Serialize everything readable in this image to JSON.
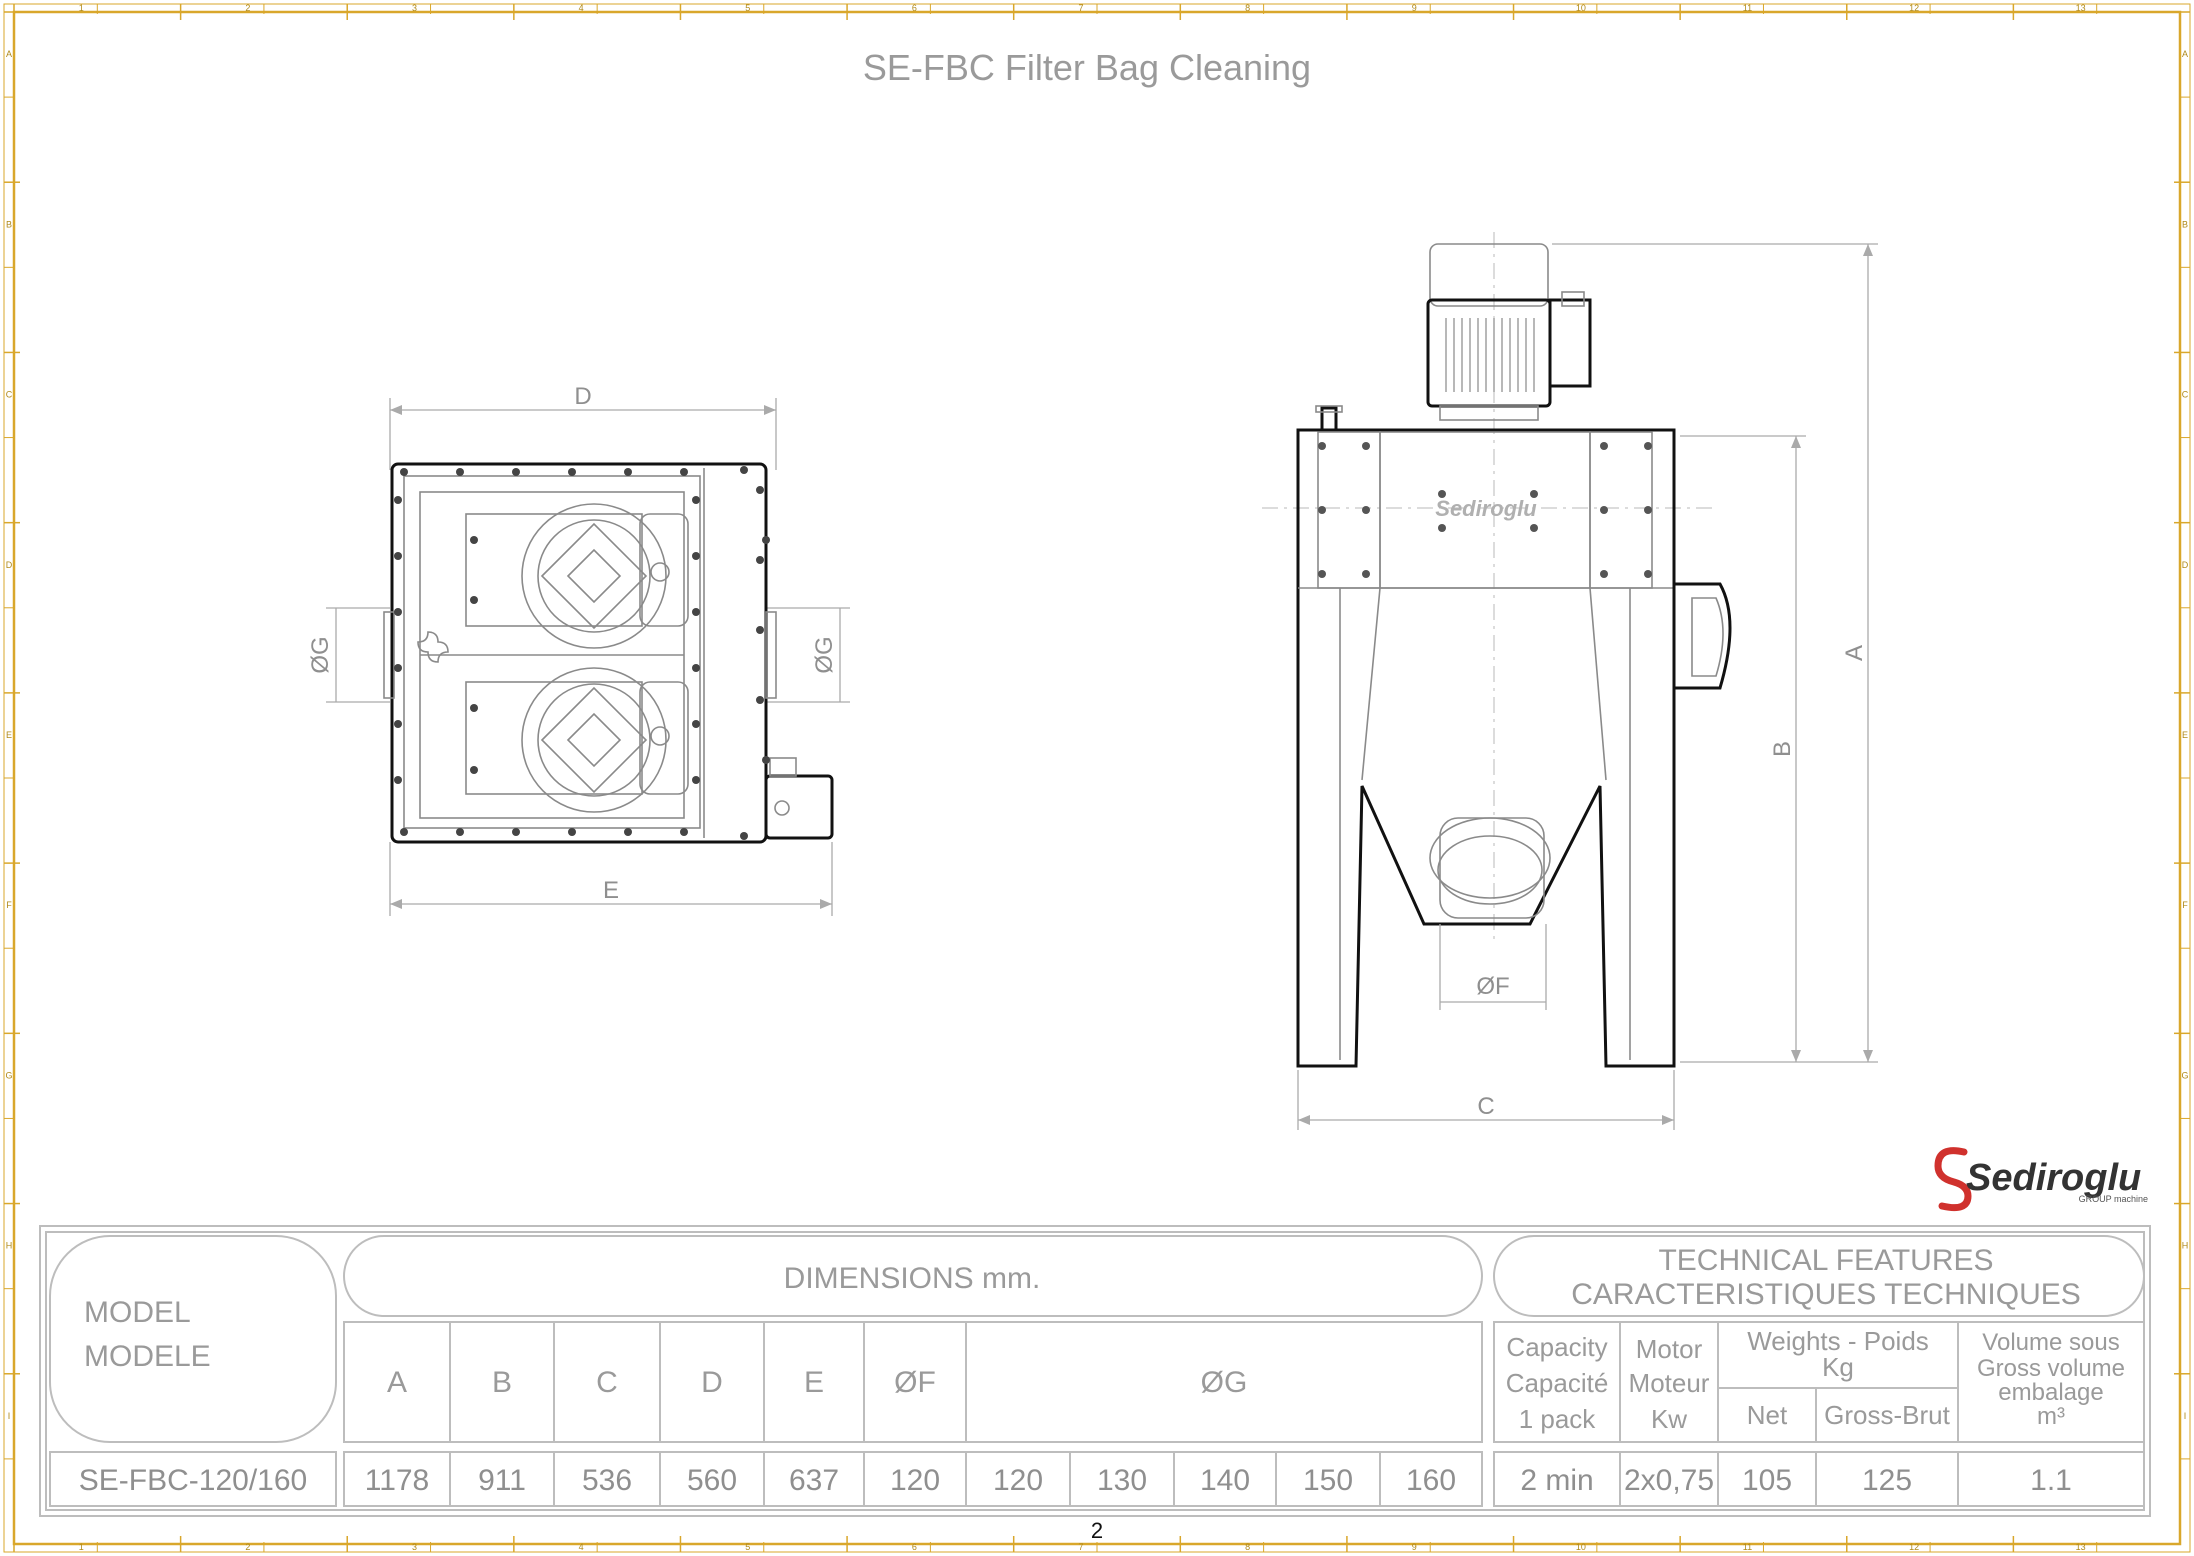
{
  "title": "SE-FBC Filter Bag Cleaning",
  "page_number": "2",
  "colors": {
    "frame_gold": "#d9a72b",
    "brand_red": "#d0312d",
    "line_gray": "#9a9a9a"
  },
  "ruler": {
    "cols": [
      "1",
      "2",
      "3",
      "4",
      "5",
      "6",
      "7",
      "8",
      "9",
      "10",
      "11",
      "12",
      "13"
    ],
    "rows": [
      "A",
      "B",
      "C",
      "D",
      "E",
      "F",
      "G",
      "H",
      "I"
    ]
  },
  "dimension_labels": {
    "A": "A",
    "B": "B",
    "C": "C",
    "D": "D",
    "E": "E",
    "F": "ØF",
    "G": "ØG"
  },
  "brand": {
    "name": "Sediroglu",
    "sub": "GROUP machine",
    "nameplate": "Sediroglu"
  },
  "table": {
    "model_header": [
      "MODEL",
      "MODELE"
    ],
    "dimensions_header": "DIMENSIONS mm.",
    "tech_header": [
      "TECHNICAL FEATURES",
      "CARACTERISTIQUES TECHNIQUES"
    ],
    "dim_cols": [
      "A",
      "B",
      "C",
      "D",
      "E",
      "ØF",
      "ØG"
    ],
    "capacity_header": [
      "Capacity",
      "Capacité",
      "1 pack"
    ],
    "motor_header": [
      "Motor",
      "Moteur",
      "Kw"
    ],
    "weights_header": [
      "Weights - Poids",
      "Kg"
    ],
    "weights_sub": [
      "Net",
      "Gross-Brut"
    ],
    "volume_header": [
      "Volume sous",
      "Gross volume",
      "embalage",
      "m³"
    ],
    "row": {
      "model": "SE-FBC-120/160",
      "A": "1178",
      "B": "911",
      "C": "536",
      "D": "560",
      "E": "637",
      "F": "120",
      "G": [
        "120",
        "130",
        "140",
        "150",
        "160"
      ],
      "capacity": "2 min",
      "motor": "2x0,75",
      "net": "105",
      "gross": "125",
      "volume": "1.1"
    }
  }
}
